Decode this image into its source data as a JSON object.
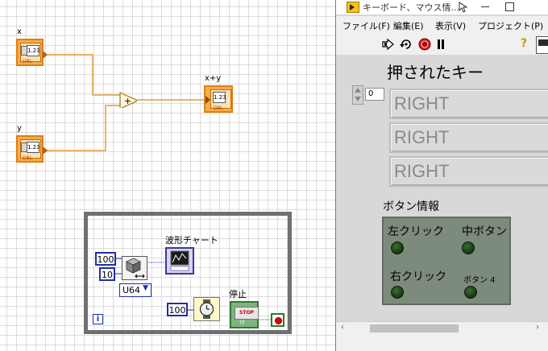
{
  "block_diagram": {
    "x_label": "x",
    "y_label": "y",
    "sum_label": "x+y",
    "numeric_display": "1.23",
    "dbl_tag": "DBL",
    "add_symbol": "+",
    "chart_label": "波形チャート",
    "const_100_a": "100",
    "const_10": "10",
    "u64_type": "U64",
    "const_100_b": "100",
    "stop_label": "停止",
    "stop_button_text": "STOP",
    "tf_tag": "TF",
    "iteration_label": "i"
  },
  "front_panel": {
    "window_title": "キーボード、マウス情...",
    "menu": [
      "ファイル(F)",
      "編集(E)",
      "表示(V)",
      "プロジェクト(P)"
    ],
    "heading": "押されたキー",
    "index_value": "0",
    "pressed_keys": [
      "RIGHT",
      "RIGHT",
      "RIGHT"
    ],
    "button_info_label": "ボタン情報",
    "buttons": {
      "left_click": "左クリック",
      "middle_button": "中ボタン",
      "right_click": "右クリック",
      "button4": "ボタン 4"
    },
    "help_symbol": "?"
  }
}
